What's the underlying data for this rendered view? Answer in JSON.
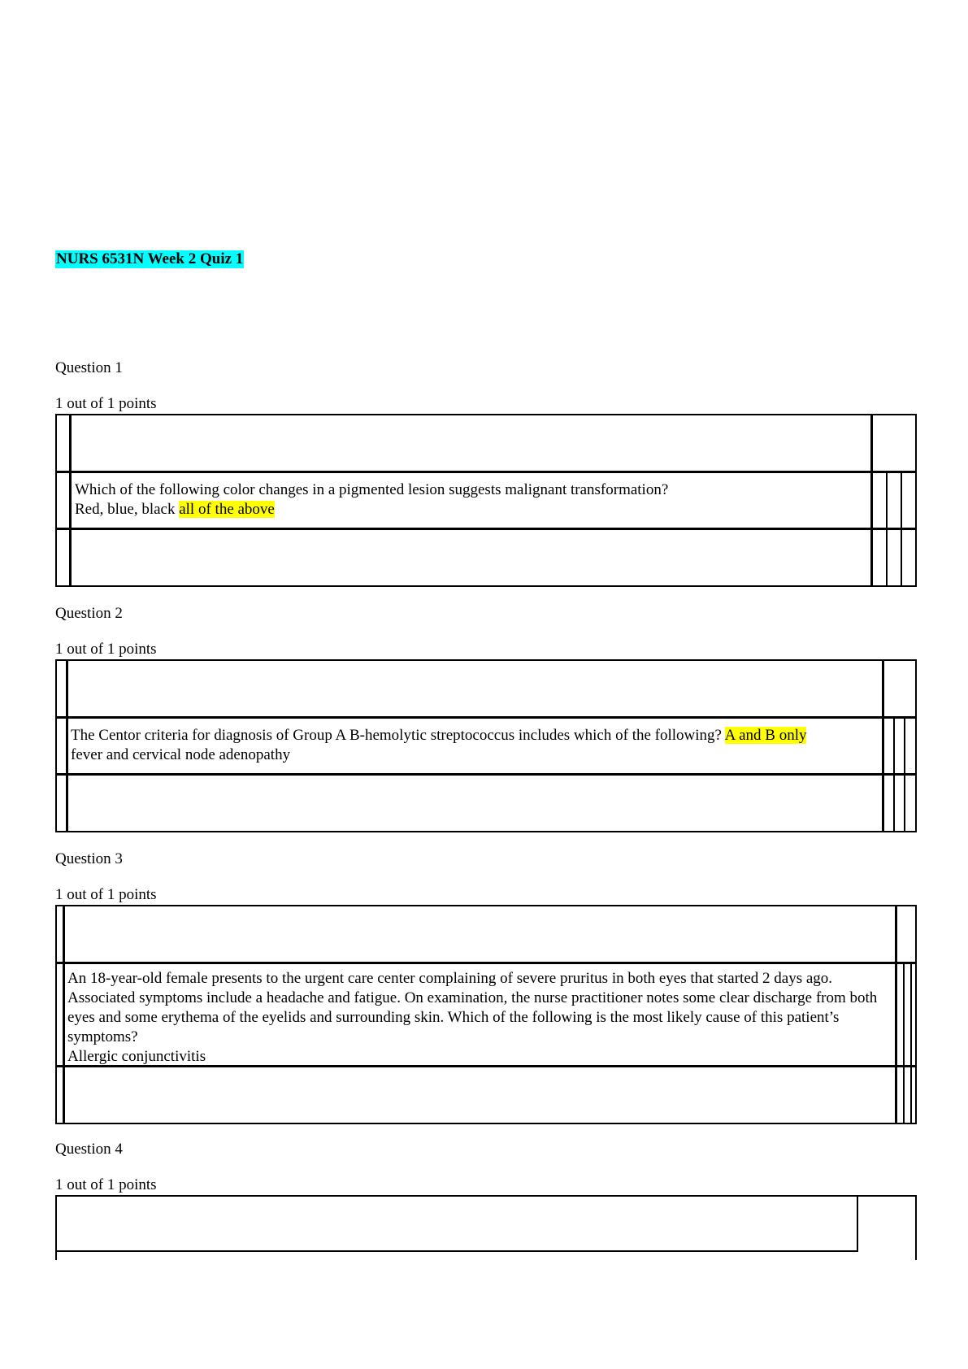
{
  "title": "NURS 6531N Week 2 Quiz 1",
  "questions": [
    {
      "label": "Question 1",
      "points": "1 out of 1 points",
      "text": "Which of the following color changes in a pigmented lesion suggests malignant transformation?",
      "answer_prefix": "Red, blue, black",
      "answer_highlight": "all of the above"
    },
    {
      "label": "Question 2",
      "points": "1 out of 1 points",
      "text": "The Centor criteria for diagnosis of Group A B-hemolytic streptococcus includes which of the following?",
      "answer_highlight": "A and B only",
      "answer_line": "fever and cervical node adenopathy"
    },
    {
      "label": "Question 3",
      "points": "1 out of 1 points",
      "text": "An 18-year-old female presents to the urgent care center complaining of severe pruritus in both eyes that started 2 days ago. Associated symptoms include a headache and fatigue. On examination, the nurse practitioner notes some clear discharge from both eyes and some erythema of the eyelids and surrounding skin. Which of the following is the most likely cause of this patient’s symptoms?",
      "answer_line": "Allergic conjunctivitis"
    },
    {
      "label": "Question 4",
      "points": "1 out of 1 points"
    }
  ]
}
